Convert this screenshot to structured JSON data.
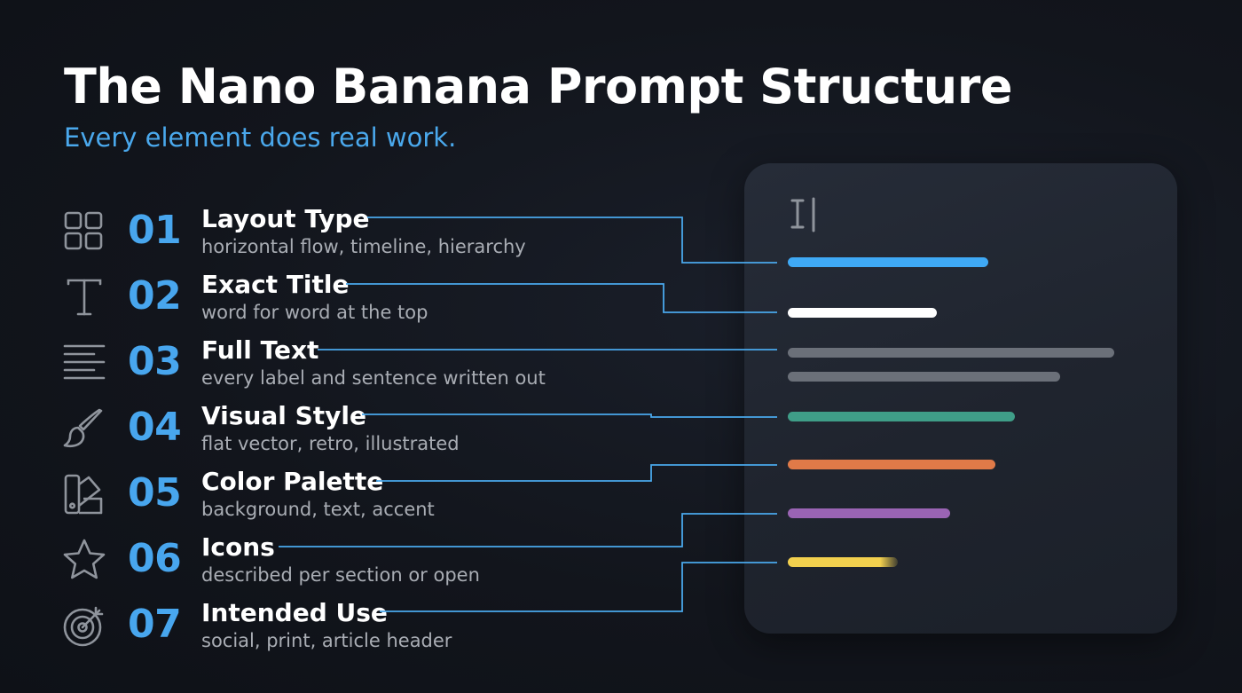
{
  "title": "The Nano Banana Prompt Structure",
  "subtitle": "Every element does real work.",
  "items": [
    {
      "num": "01",
      "label": "Layout Type",
      "desc": "horizontal flow, timeline, hierarchy",
      "icon": "grid-icon"
    },
    {
      "num": "02",
      "label": "Exact Title",
      "desc": "word for word at the top",
      "icon": "text-icon"
    },
    {
      "num": "03",
      "label": "Full Text",
      "desc": "every label and sentence written out",
      "icon": "paragraph-lines-icon"
    },
    {
      "num": "04",
      "label": "Visual Style",
      "desc": "flat vector, retro, illustrated",
      "icon": "paintbrush-icon"
    },
    {
      "num": "05",
      "label": "Color Palette",
      "desc": "background, text, accent",
      "icon": "color-swatch-icon"
    },
    {
      "num": "06",
      "label": "Icons",
      "desc": "described per section or open",
      "icon": "star-icon"
    },
    {
      "num": "07",
      "label": "Intended Use",
      "desc": "social, print, article header",
      "icon": "target-icon"
    }
  ],
  "colors": {
    "background": "#12151c",
    "accent": "#4aa8ec",
    "panel": "#232833",
    "connector": "#4aa8ec",
    "bars": [
      "#3fa9f5",
      "#ffffff",
      "#6b7079",
      "#6b7079",
      "#3f9e88",
      "#e07a48",
      "#9a64b4",
      "#f2d04e"
    ]
  },
  "panel": {
    "cursor_icon": "text-cursor-icon"
  }
}
